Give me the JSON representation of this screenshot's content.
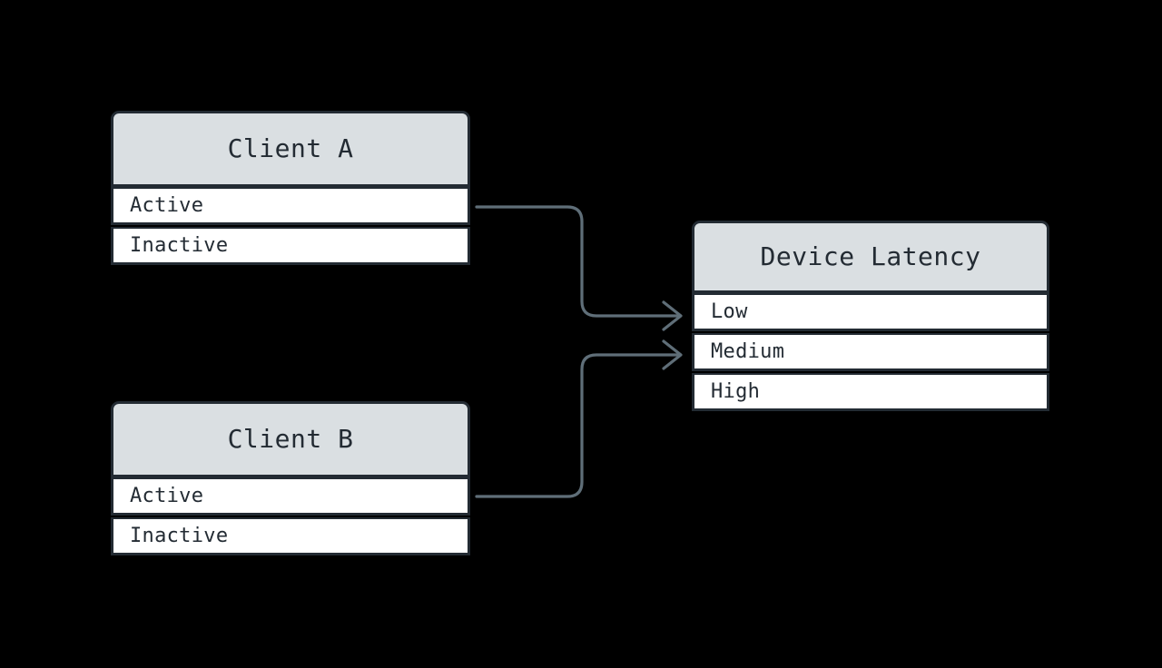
{
  "diagram": {
    "title": "entity-relationship-diagram",
    "background_color": "#000000",
    "header_fill": "#dadfe2",
    "row_fill": "#ffffff",
    "border_color": "#232b33",
    "text_color": "#232b33",
    "edge_color": "#5f6e78"
  },
  "nodes": [
    {
      "id": "client-a",
      "title": "Client A",
      "rows": [
        {
          "label": "Active"
        },
        {
          "label": "Inactive"
        }
      ]
    },
    {
      "id": "client-b",
      "title": "Client B",
      "rows": [
        {
          "label": "Active"
        },
        {
          "label": "Inactive"
        }
      ]
    },
    {
      "id": "device-latency",
      "title": "Device Latency",
      "rows": [
        {
          "label": "Low"
        },
        {
          "label": "Medium"
        },
        {
          "label": "High"
        }
      ]
    }
  ],
  "edges": [
    {
      "id": "edge-client-a-active-to-low",
      "from": "Client A.Active",
      "to": "Device Latency.Low"
    },
    {
      "id": "edge-client-b-active-to-medium",
      "from": "Client B.Active",
      "to": "Device Latency.Medium"
    }
  ]
}
